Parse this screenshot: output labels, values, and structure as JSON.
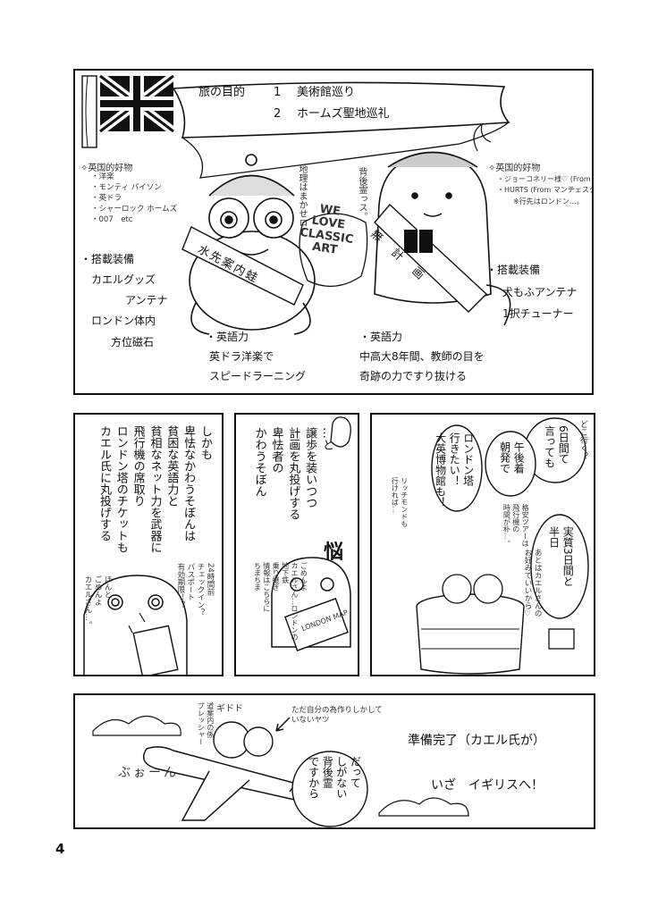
{
  "page_number": "4",
  "top": {
    "banner": {
      "purpose_label": "旅の目的",
      "item1_num": "1",
      "item1_text": "美術館巡り",
      "item2_num": "2",
      "item2_text": "ホームズ聖地巡礼"
    },
    "frog": {
      "favorites_title": "✧英国的好物",
      "favorites": [
        "・洋楽",
        "・モンティ パイソン",
        "・英ドラ",
        "・シャーロック ホームズ",
        "・007　etc"
      ],
      "equip_title": "・搭載装備",
      "equip_lines": [
        "カエルグッズ",
        "アンテナ",
        "ロンドン体内",
        "方位磁石"
      ],
      "english_title": "・英語力",
      "english_lines": [
        "英ドラ洋楽で",
        "スピードラーニング"
      ],
      "sash_text": "水先案内蛙",
      "note_vertical": "地理はまかせロ"
    },
    "ghost": {
      "favorites_title": "✧英国的好物",
      "favorites": [
        "・ジョーコネリー様♡ (From スコットランド)",
        "・HURTS (From マンチェスター)",
        "※行先はロンドン…。"
      ],
      "equip_title": "・搭載装備",
      "equip_lines": [
        "犬もふアンテナ",
        "1択チューナー"
      ],
      "english_title": "・英語力",
      "english_lines": [
        "中高大8年間、教師の目を",
        "奇跡の力ですり抜ける"
      ],
      "sash_text": "無計画",
      "note_vertical": "背後霊っス。"
    },
    "center_text": [
      "WE",
      "LOVE",
      "CLASSIC",
      "ART"
    ]
  },
  "row2": {
    "panel1": {
      "cols": [
        "しかも",
        "卑怯なかわうそぼんは",
        "貧困な英語力と",
        "貧相なネット力を武器に",
        "飛行機の席取り",
        "ロンドン塔のチケットも",
        "カエル氏に丸投げする"
      ],
      "notes": [
        "24時間前",
        "チェックイン？",
        "パスポート",
        "有効期限！？",
        "ほんと",
        "ごめんよ",
        "カエルさん…。"
      ]
    },
    "panel2": {
      "cols": [
        "…と",
        "譲歩を装いつつ",
        "計画を丸投げする",
        "卑怯者の",
        "かわうそぼん"
      ],
      "sfx": "悩",
      "notes": [
        "ごめんよ",
        "カエルさん…ロンドンの",
        "地下鉄",
        "乗り継ぎ",
        "情報はこちらに",
        "ちまちま"
      ],
      "map_text": "LONDON MAP"
    },
    "panel3": {
      "bubbles": [
        [
          "6日間て",
          "言っても"
        ],
        [
          "午後着",
          "朝発で"
        ],
        [
          "ロンドン塔",
          "行きたい！"
        ],
        [
          "大英博物館も！"
        ],
        [
          "実質3日間と",
          "半日"
        ]
      ],
      "small_notes": [
        "どこ行く？",
        "格安ツアーは",
        "飛行機の",
        "時間が朴…。",
        "リッチモンドも",
        "行ければ…",
        "あとはカエルさんの",
        "お好みでいいから♡"
      ]
    }
  },
  "bottom": {
    "sfx_plane": "ぶぉーん",
    "bubble": [
      "だって",
      "しがない",
      "背後霊",
      "ですから"
    ],
    "ready_text": "準備完了（カエル氏が）",
    "go_text": "いざ　イギリスへ！",
    "annotation": "ただ自分の為作りしかしていないヤツ",
    "sfx_small": "ギドド",
    "notes": [
      "道案内の係",
      "プレッシャー"
    ]
  },
  "colors": {
    "ink": "#111111",
    "paper": "#ffffff",
    "tone": "#9a9a9a"
  }
}
